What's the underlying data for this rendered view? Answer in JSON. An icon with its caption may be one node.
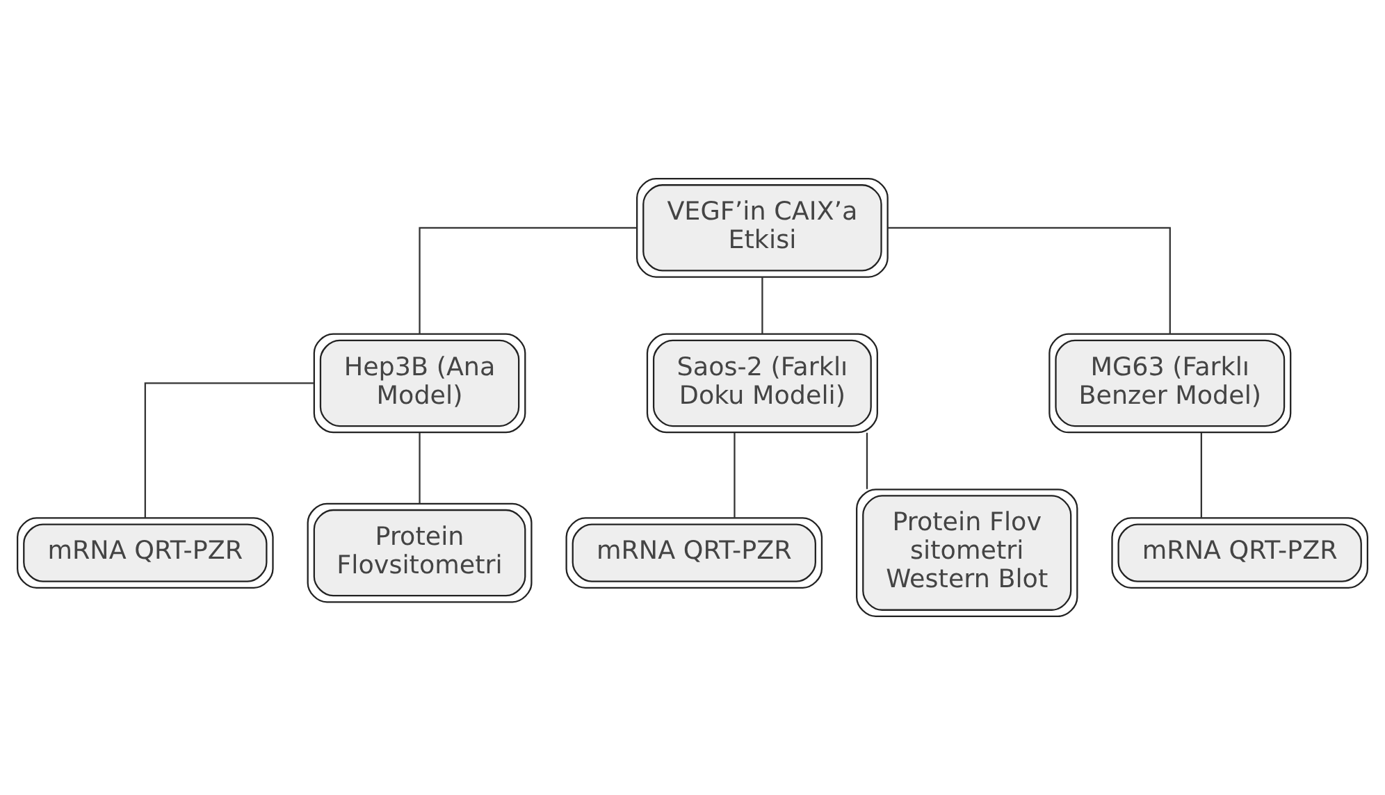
{
  "diagram": {
    "nodes": [
      {
        "text": [
          "VEGF’in CAIX’a Etkisi"
        ]
      },
      {
        "text": [
          "Hep3B (Ana Model)"
        ]
      },
      {
        "text": [
          "Saos-2 (Farklı Doku Modeli)"
        ]
      },
      {
        "text": [
          "MG63 (Farklı Benzer Model)"
        ]
      },
      {
        "text": [
          "mRNA QRT-PZR"
        ]
      },
      {
        "text": [
          "Protein Flovsitometri"
        ]
      },
      {
        "text": [
          "mRNA QRT-PZR"
        ]
      },
      {
        "text": [
          "Protein Flov sitometri Western Blot"
        ]
      },
      {
        "text": [
          "mRNA QRT-PZR"
        ]
      }
    ],
    "edges": [
      {
        "from": 0,
        "to": 1,
        "arrow": "none"
      },
      {
        "from": 0,
        "to": 2,
        "arrow": "none"
      },
      {
        "from": 0,
        "to": 3,
        "arrow": "none"
      },
      {
        "from": 1,
        "to": 4,
        "arrow": "none"
      },
      {
        "from": 1,
        "to": 5,
        "arrow": "none"
      },
      {
        "from": 2,
        "to": 6,
        "arrow": "none"
      },
      {
        "from": 2,
        "to": 7,
        "arrow": "none"
      },
      {
        "from": 3,
        "to": 8,
        "arrow": "none"
      }
    ]
  }
}
